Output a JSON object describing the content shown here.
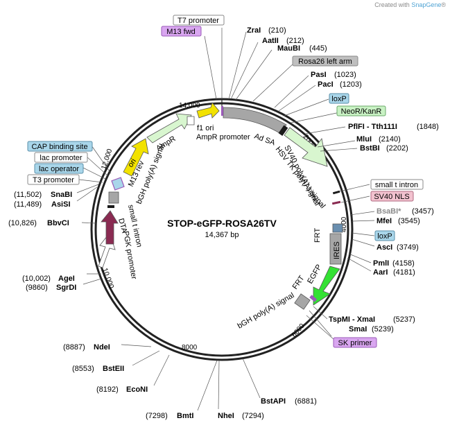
{
  "watermark": {
    "prefix": "Created with ",
    "brand": "SnapGene",
    "suffix": "®"
  },
  "plasmid": {
    "name": "STOP-eGFP-ROSA26TV",
    "size": "14,367 bp"
  },
  "ticks": [
    "14,000",
    "2000",
    "4000",
    "6000",
    "8000",
    "10,000",
    "12,000"
  ],
  "sites": [
    {
      "name": "ZraI",
      "pos": "(210)"
    },
    {
      "name": "AatII",
      "pos": "(212)"
    },
    {
      "name": "MauBI",
      "pos": "(445)"
    },
    {
      "name": "PasI",
      "pos": "(1023)"
    },
    {
      "name": "PacI",
      "pos": "(1203)"
    },
    {
      "name": "PflFI - Tth111I",
      "pos": "(1848)"
    },
    {
      "name": "MluI",
      "pos": "(2140)"
    },
    {
      "name": "BstBI",
      "pos": "(2202)"
    },
    {
      "name": "BsaBI*",
      "pos": "(3457)"
    },
    {
      "name": "MfeI",
      "pos": "(3545)"
    },
    {
      "name": "AscI",
      "pos": "(3749)"
    },
    {
      "name": "PmlI",
      "pos": "(4158)"
    },
    {
      "name": "AarI",
      "pos": "(4181)"
    },
    {
      "name": "TspMI - XmaI",
      "pos": "(5237)"
    },
    {
      "name": "SmaI",
      "pos": "(5239)"
    },
    {
      "name": "BstAPI",
      "pos": "(6881)"
    },
    {
      "name": "NheI",
      "pos": "(7294)"
    },
    {
      "name": "BmtI",
      "pos": "(7298)"
    },
    {
      "name": "EcoNI",
      "pos": "(8192)"
    },
    {
      "name": "BstEII",
      "pos": "(8553)"
    },
    {
      "name": "NdeI",
      "pos": "(8887)"
    },
    {
      "name": "SgrDI",
      "pos": "(9860)"
    },
    {
      "name": "AgeI",
      "pos": "(10,002)"
    },
    {
      "name": "BbvCI",
      "pos": "(10,826)"
    },
    {
      "name": "AsiSI",
      "pos": "(11,489)"
    },
    {
      "name": "SnaBI",
      "pos": "(11,502)"
    }
  ],
  "boxed": [
    {
      "text": "T7 promoter",
      "fill": "#ffffff",
      "stroke": "#888888"
    },
    {
      "text": "M13 fwd",
      "fill": "#d9a6f0",
      "stroke": "#9a5ab8"
    },
    {
      "text": "Rosa26 left arm",
      "fill": "#bfbfbf",
      "stroke": "#8a8a8a"
    },
    {
      "text": "loxP",
      "fill": "#a9d6ea",
      "stroke": "#5a8fa8"
    },
    {
      "text": "NeoR/KanR",
      "fill": "#c9f2c4",
      "stroke": "#6aa86a"
    },
    {
      "text": "small t intron",
      "fill": "#ffffff",
      "stroke": "#888888"
    },
    {
      "text": "SV40 NLS",
      "fill": "#f2c2cf",
      "stroke": "#b06a80"
    },
    {
      "text": "loxP",
      "fill": "#a9d6ea",
      "stroke": "#5a8fa8"
    },
    {
      "text": "SK primer",
      "fill": "#d9a6f0",
      "stroke": "#9a5ab8"
    },
    {
      "text": "CAP binding site",
      "fill": "#a9d6ea",
      "stroke": "#5a8fa8"
    },
    {
      "text": "lac promoter",
      "fill": "#ffffff",
      "stroke": "#888888"
    },
    {
      "text": "lac operator",
      "fill": "#a9d6ea",
      "stroke": "#5a8fa8"
    },
    {
      "text": "T3 promoter",
      "fill": "#ffffff",
      "stroke": "#888888"
    }
  ],
  "features": {
    "ad_sa": "Ad SA",
    "hsv_tk": "HSV TK poly(A) signal",
    "sv40_polya": "SV40 poly(A) signal",
    "frt1": "FRT",
    "ires": "IRES",
    "egfp": "EGFP",
    "frt2": "FRT",
    "bgh_right": "bGH poly(A) signal",
    "pgk": "PGK promoter",
    "small_t": "small t intron",
    "dta": "DTA",
    "bgh_left": "bGH poly(A) signal",
    "m13rev": "M13 rev",
    "ori": "ori",
    "ampr": "AmpR",
    "ampr_prom": "AmpR promoter",
    "f1ori": "f1 ori"
  },
  "colors": {
    "backbone": "#222222",
    "feature_gray": "#a6a6a6",
    "neo": "#c9f2c4",
    "egfp": "#33e133",
    "ori": "#f2e200",
    "ampr": "#d8f6cf",
    "dta": "#8a2b52",
    "promoter": "#ffffff"
  }
}
